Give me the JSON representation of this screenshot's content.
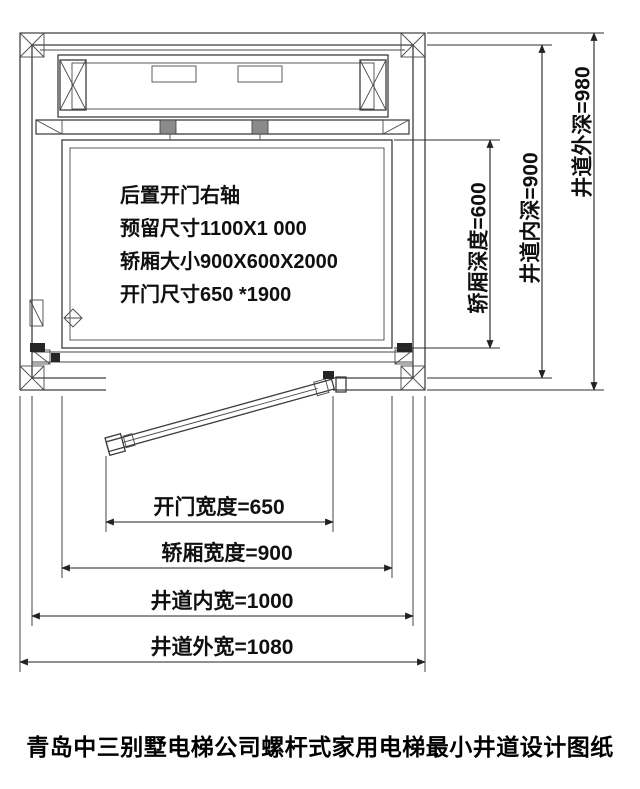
{
  "colors": {
    "line": "#3d3d3d",
    "text": "#101010",
    "background": "#ffffff"
  },
  "drawing": {
    "car_notes": [
      "后置开门右轴",
      "预留尺寸1100X1 000",
      "轿厢大小900X600X2000",
      "开门尺寸650 *1900"
    ],
    "dims_vertical": [
      {
        "label": "轿厢深度=600"
      },
      {
        "label": "井道内深=900"
      },
      {
        "label": "井道外深=980"
      }
    ],
    "dims_horizontal": [
      {
        "label": "开门宽度=650"
      },
      {
        "label": "轿厢宽度=900"
      },
      {
        "label": "井道内宽=1000"
      },
      {
        "label": "井道外宽=1080"
      }
    ]
  },
  "footer": {
    "title": "青岛中三别墅电梯公司螺杆式家用电梯最小井道设计图纸"
  }
}
